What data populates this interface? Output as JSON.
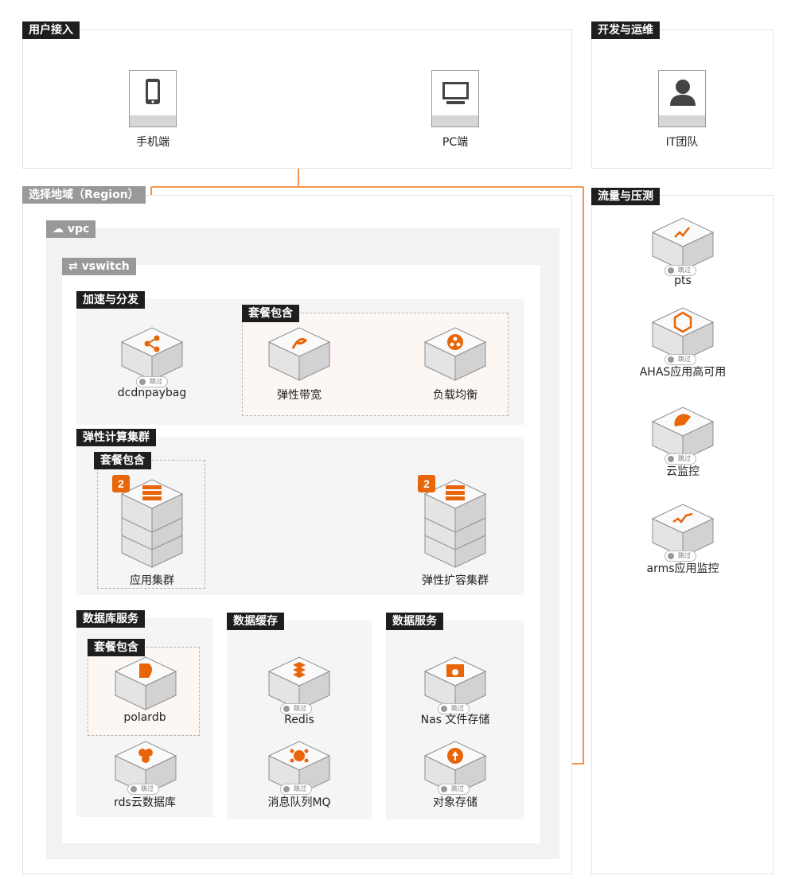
{
  "sections": {
    "user_access": "用户接入",
    "devops": "开发与运维",
    "region": "选择地域（Region）",
    "traffic": "流量与压测",
    "vpc": "vpc",
    "vswitch": "vswitch",
    "acceleration": "加速与分发",
    "package_top": "套餐包含",
    "compute": "弹性计算集群",
    "package_app": "套餐包含",
    "database": "数据库服务",
    "package_db": "套餐包含",
    "cache": "数据缓存",
    "data_service": "数据服务"
  },
  "devices": {
    "mobile": "手机端",
    "pc": "PC端",
    "it_team": "IT团队"
  },
  "nodes": {
    "dcdnpaybag": "dcdnpaybag",
    "bandwidth": "弹性带宽",
    "slb": "负载均衡",
    "app_cluster": "应用集群",
    "scaling_cluster": "弹性扩容集群",
    "polardb": "polardb",
    "rds": "rds云数据库",
    "redis": "Redis",
    "mq": "消息队列MQ",
    "nas": "Nas 文件存储",
    "oss": "对象存储",
    "pts": "pts",
    "ahas": "AHAS应用高可用",
    "cloudmonitor": "云监控",
    "arms": "arms应用监控"
  },
  "badges": {
    "app_cluster_count": "2",
    "scaling_cluster_count": "2"
  },
  "skip_label": "跳过",
  "colors": {
    "accent": "#f3924c",
    "icon_orange": "#e8650a",
    "tag_black": "#1e1e1e",
    "tag_gray": "#999999"
  }
}
